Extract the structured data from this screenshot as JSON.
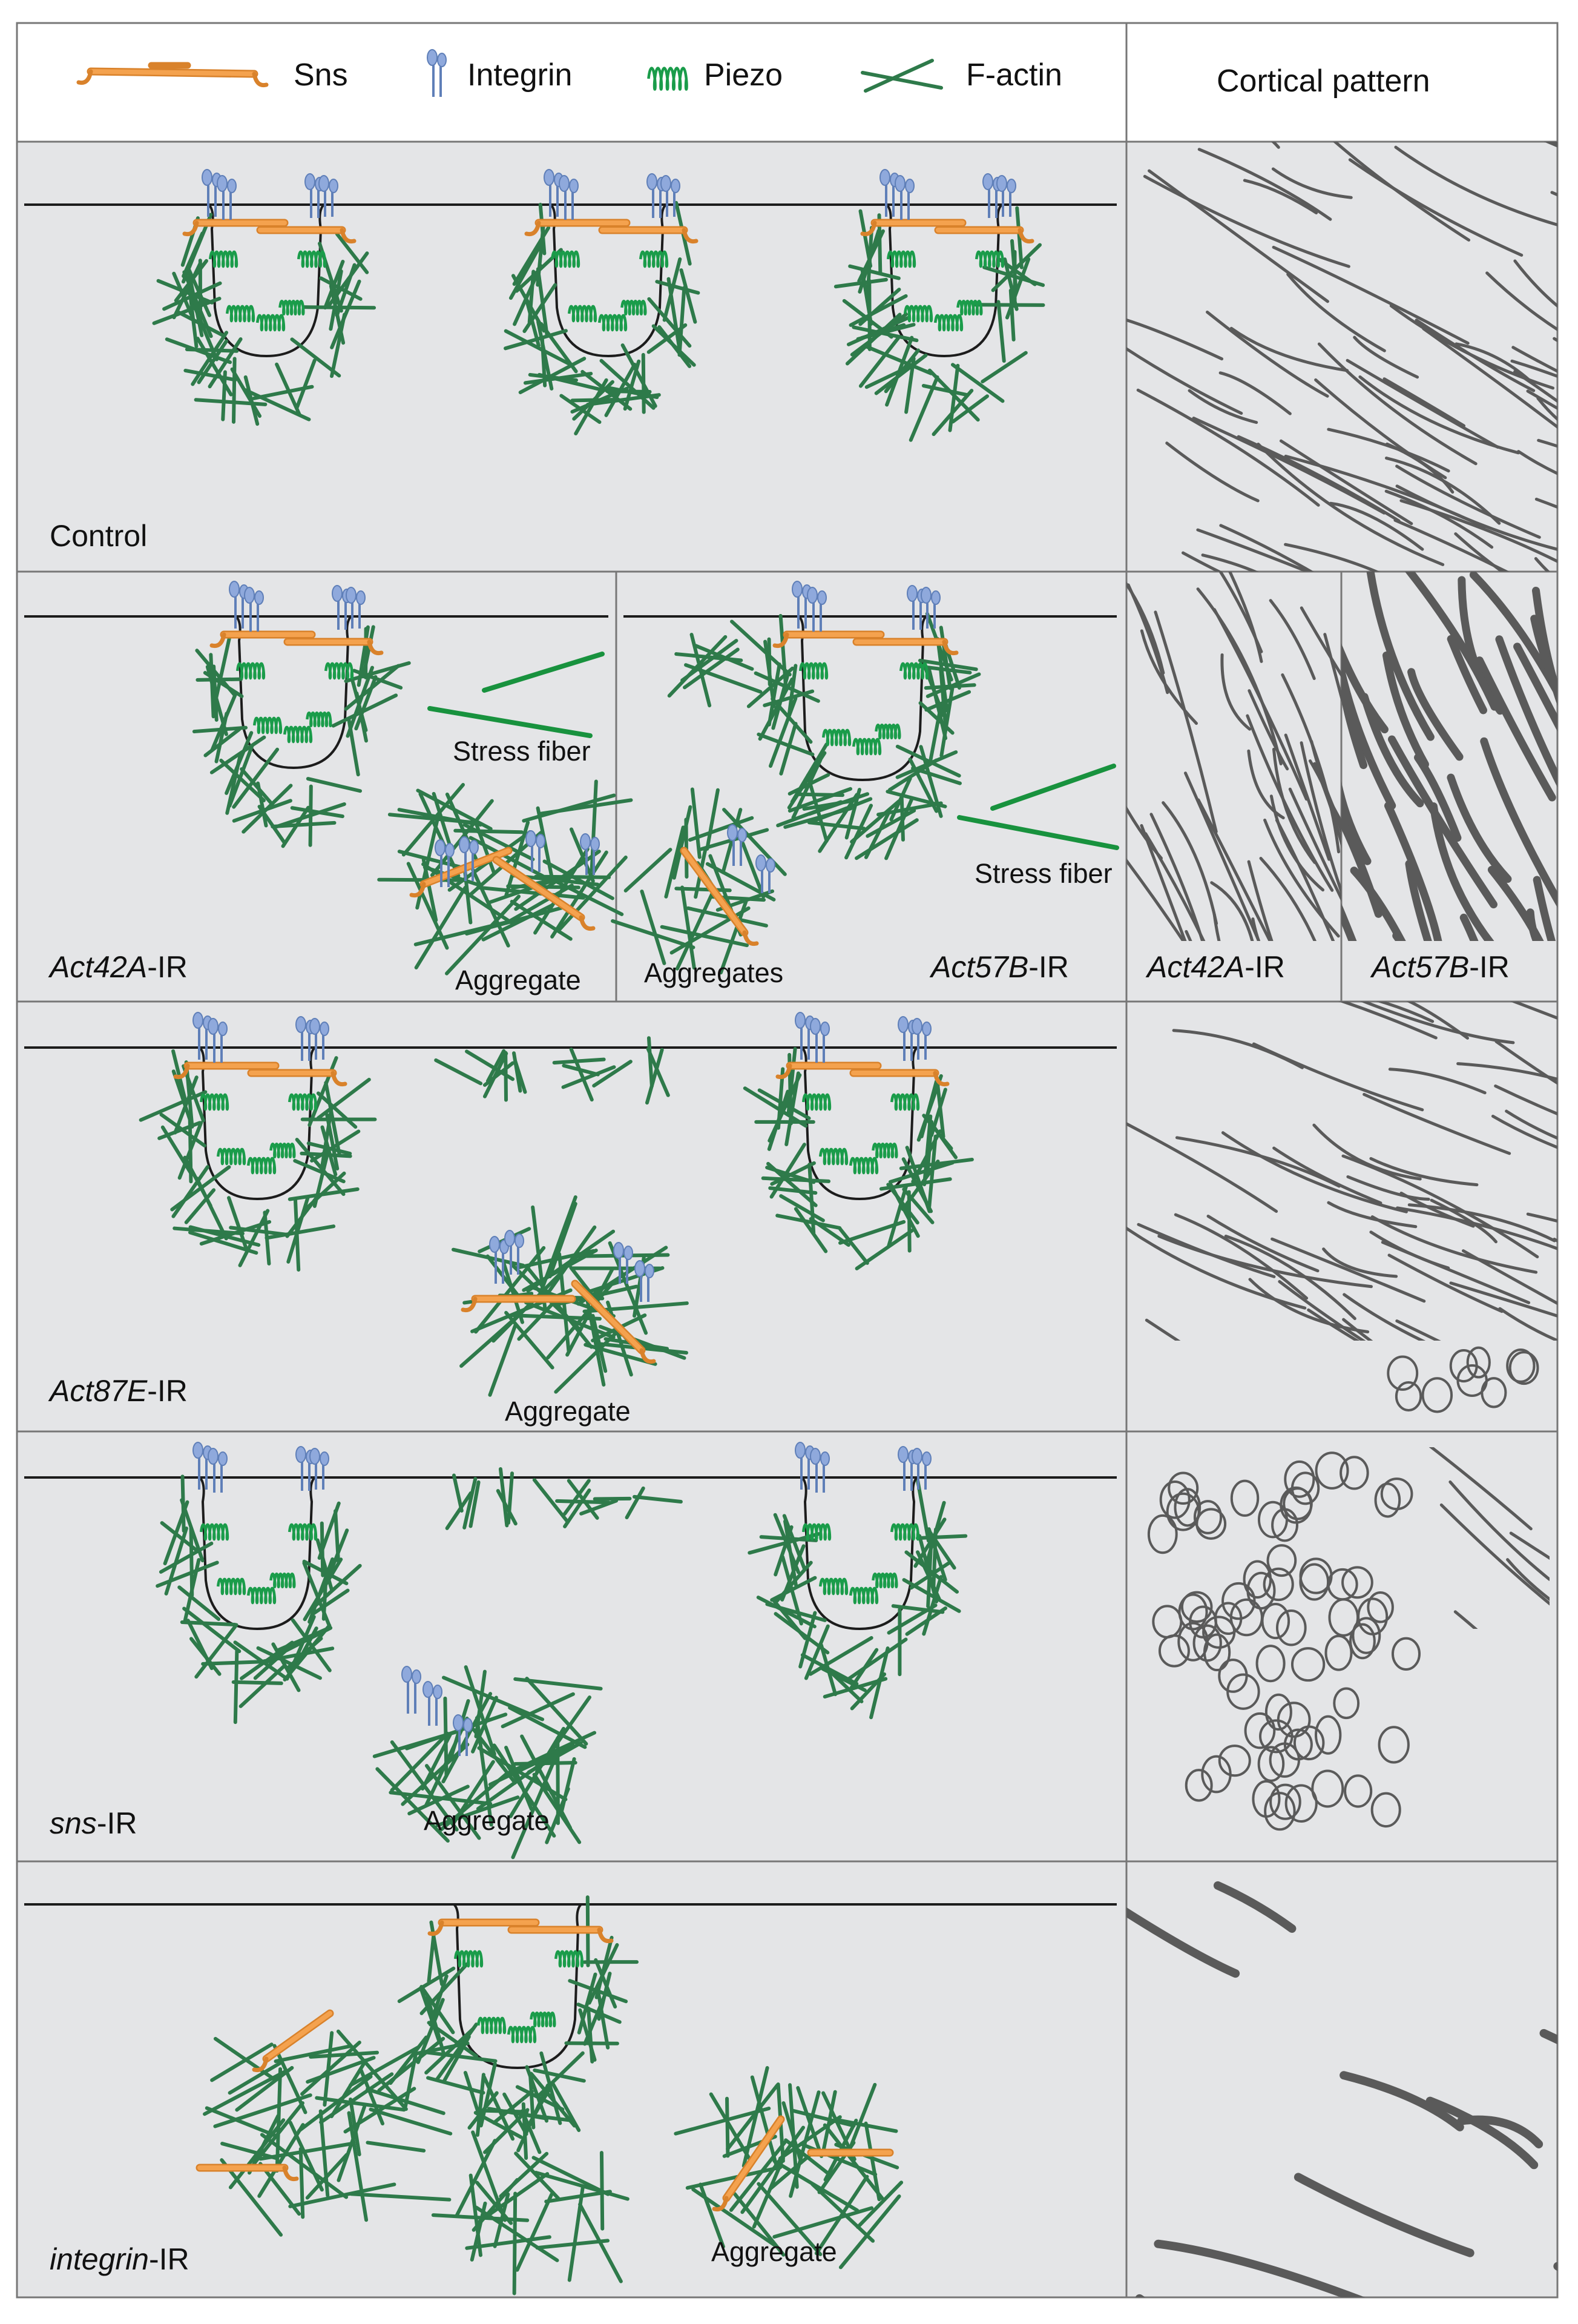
{
  "legend": {
    "sns": "Sns",
    "integrin": "Integrin",
    "piezo": "Piezo",
    "factin": "F-actin",
    "cortical_header": "Cortical pattern"
  },
  "panels": {
    "control": {
      "label": "Control"
    },
    "act42a": {
      "label_italic": "Act42A",
      "label_suffix": "-IR",
      "stress_fiber": "Stress fiber",
      "aggregate": "Aggregate"
    },
    "act57b": {
      "label_italic": "Act57B",
      "label_suffix": "-IR",
      "stress_fiber": "Stress fiber",
      "aggregates": "Aggregates"
    },
    "act87e": {
      "label_italic": "Act87E",
      "label_suffix": "-IR",
      "aggregate": "Aggregate"
    },
    "sns": {
      "label_italic": "sns",
      "label_suffix": "-IR",
      "aggregate": "Aggregate"
    },
    "integrin": {
      "label_italic": "integrin",
      "label_suffix": "-IR",
      "aggregate": "Aggregate"
    }
  },
  "cortical": {
    "act42a": {
      "label_italic": "Act42A",
      "label_suffix": "-IR"
    },
    "act57b": {
      "label_italic": "Act57B",
      "label_suffix": "-IR"
    }
  },
  "colors": {
    "panel_bg": "#e4e5e7",
    "border": "#777777",
    "sns": "#f4a24e",
    "sns_edge": "#d9822b",
    "integrin": "#8fa9dc",
    "integrin_edge": "#5f7fb8",
    "piezo": "#1a9c4a",
    "factin": "#2e7a4a",
    "membrane": "#1c1c1c",
    "cortical_line": "#5a5a5a",
    "stress_fiber": "#18923e"
  }
}
